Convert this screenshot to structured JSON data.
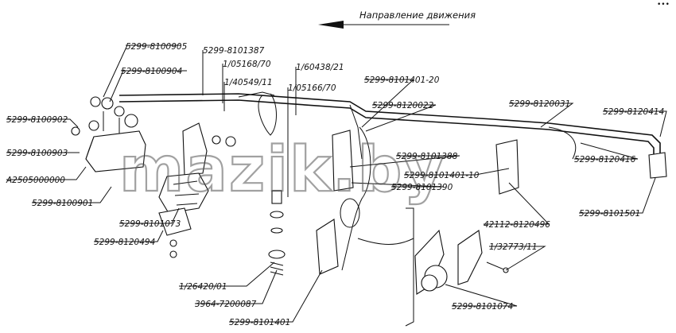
{
  "diagram": {
    "direction_label": "Направление движения",
    "watermark": "mazik.by",
    "corner_mark": "•••",
    "part_labels": [
      "5299-8100905",
      "5299-8100904",
      "5299-8100902",
      "5299-8100903",
      "A2505000000",
      "5299-8100901",
      "5299-8101387",
      "1/05168/70",
      "1/40549/11",
      "1/60438/21",
      "1/05166/70",
      "5299-8101401-20",
      "5299-8120022",
      "5299-8120031",
      "5299-8120414",
      "5299-8101388",
      "5299-8101401-10",
      "5299-8101390",
      "5299-8120416",
      "5299-8101501",
      "5299-8101073",
      "5299-8120494",
      "42112-8120496",
      "1/32773/11",
      "1/26420/01",
      "3964-7200087",
      "5299-8101401",
      "5299-8101074"
    ]
  }
}
